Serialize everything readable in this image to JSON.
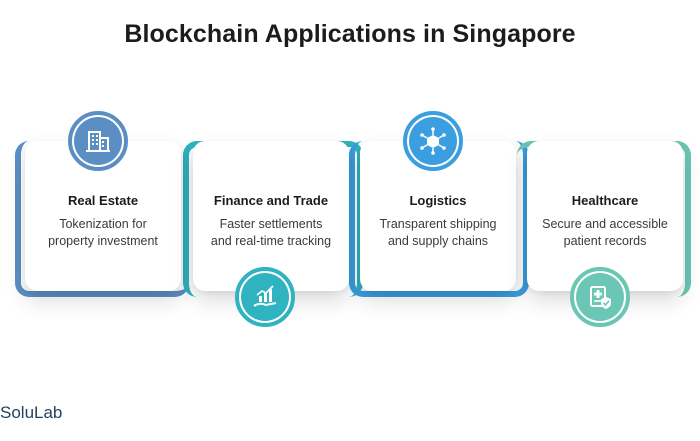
{
  "title": "Blockchain Applications in Singapore",
  "steps": [
    {
      "title": "Real Estate",
      "desc": [
        "Tokenization for",
        "property investment"
      ],
      "icon": "building-icon",
      "color": "#5b8fc4"
    },
    {
      "title": "Finance and Trade",
      "desc": [
        "Faster settlements",
        "and real-time tracking"
      ],
      "icon": "growth-hand-icon",
      "color": "#2fb3c0"
    },
    {
      "title": "Logistics",
      "desc": [
        "Transparent shipping",
        "and supply chains"
      ],
      "icon": "network-cube-icon",
      "color": "#3a9ee0"
    },
    {
      "title": "Healthcare",
      "desc": [
        "Secure and accessible",
        "patient records"
      ],
      "icon": "medical-record-icon",
      "color": "#6cc6b5"
    }
  ],
  "brand": "SoluLab"
}
